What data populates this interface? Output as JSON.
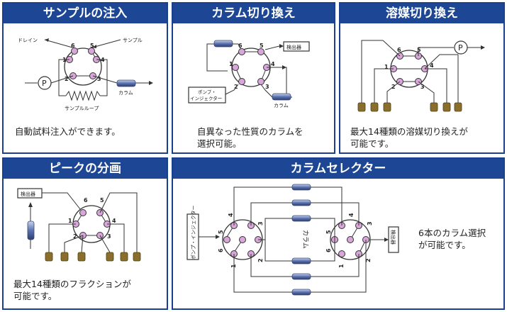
{
  "panels": {
    "sample_injection": {
      "title": "サンプルの注入",
      "caption": "自動試料注入ができます。",
      "labels": {
        "drain": "ドレイン",
        "sample": "サンプル",
        "pump": "P",
        "column": "カラム",
        "loop": "サンプルループ"
      },
      "ports": [
        "1",
        "2",
        "3",
        "4",
        "5",
        "6"
      ]
    },
    "column_switching": {
      "title": "カラム切り換え",
      "caption_lines": [
        "自異なった性質のカラムを",
        "選択可能。"
      ],
      "labels": {
        "detector": "検出器",
        "pump_injector_1": "ポンプ・",
        "pump_injector_2": "インジェクター",
        "column": "カラム"
      },
      "ports": [
        "1",
        "2",
        "3",
        "4",
        "5",
        "6"
      ]
    },
    "solvent_switching": {
      "title": "溶媒切り換え",
      "caption_lines": [
        "最大14種類の溶媒切り換えが",
        "可能です。"
      ],
      "labels": {
        "pump": "P"
      },
      "ports": [
        "1",
        "2",
        "3",
        "4",
        "5",
        "6"
      ]
    },
    "peak_fractionation": {
      "title": "ピークの分画",
      "caption_lines": [
        "最大14種類のフラクションが",
        "可能です。"
      ],
      "labels": {
        "detector": "検出器"
      },
      "ports": [
        "1",
        "2",
        "3",
        "4",
        "5",
        "6"
      ]
    },
    "column_selector": {
      "title": "カラムセレクター",
      "caption_lines": [
        "6本のカラム選択",
        "が可能です。"
      ],
      "labels": {
        "pump_injector": "ポンプ・インジェクター",
        "column": "カラム",
        "detector": "検出器"
      },
      "ports": [
        "1",
        "2",
        "3",
        "4",
        "5",
        "6"
      ]
    }
  },
  "colors": {
    "header": "#1d4694",
    "port": "#d9a6da",
    "bottle": "#8a6f2c",
    "column": "#5a72b0"
  }
}
